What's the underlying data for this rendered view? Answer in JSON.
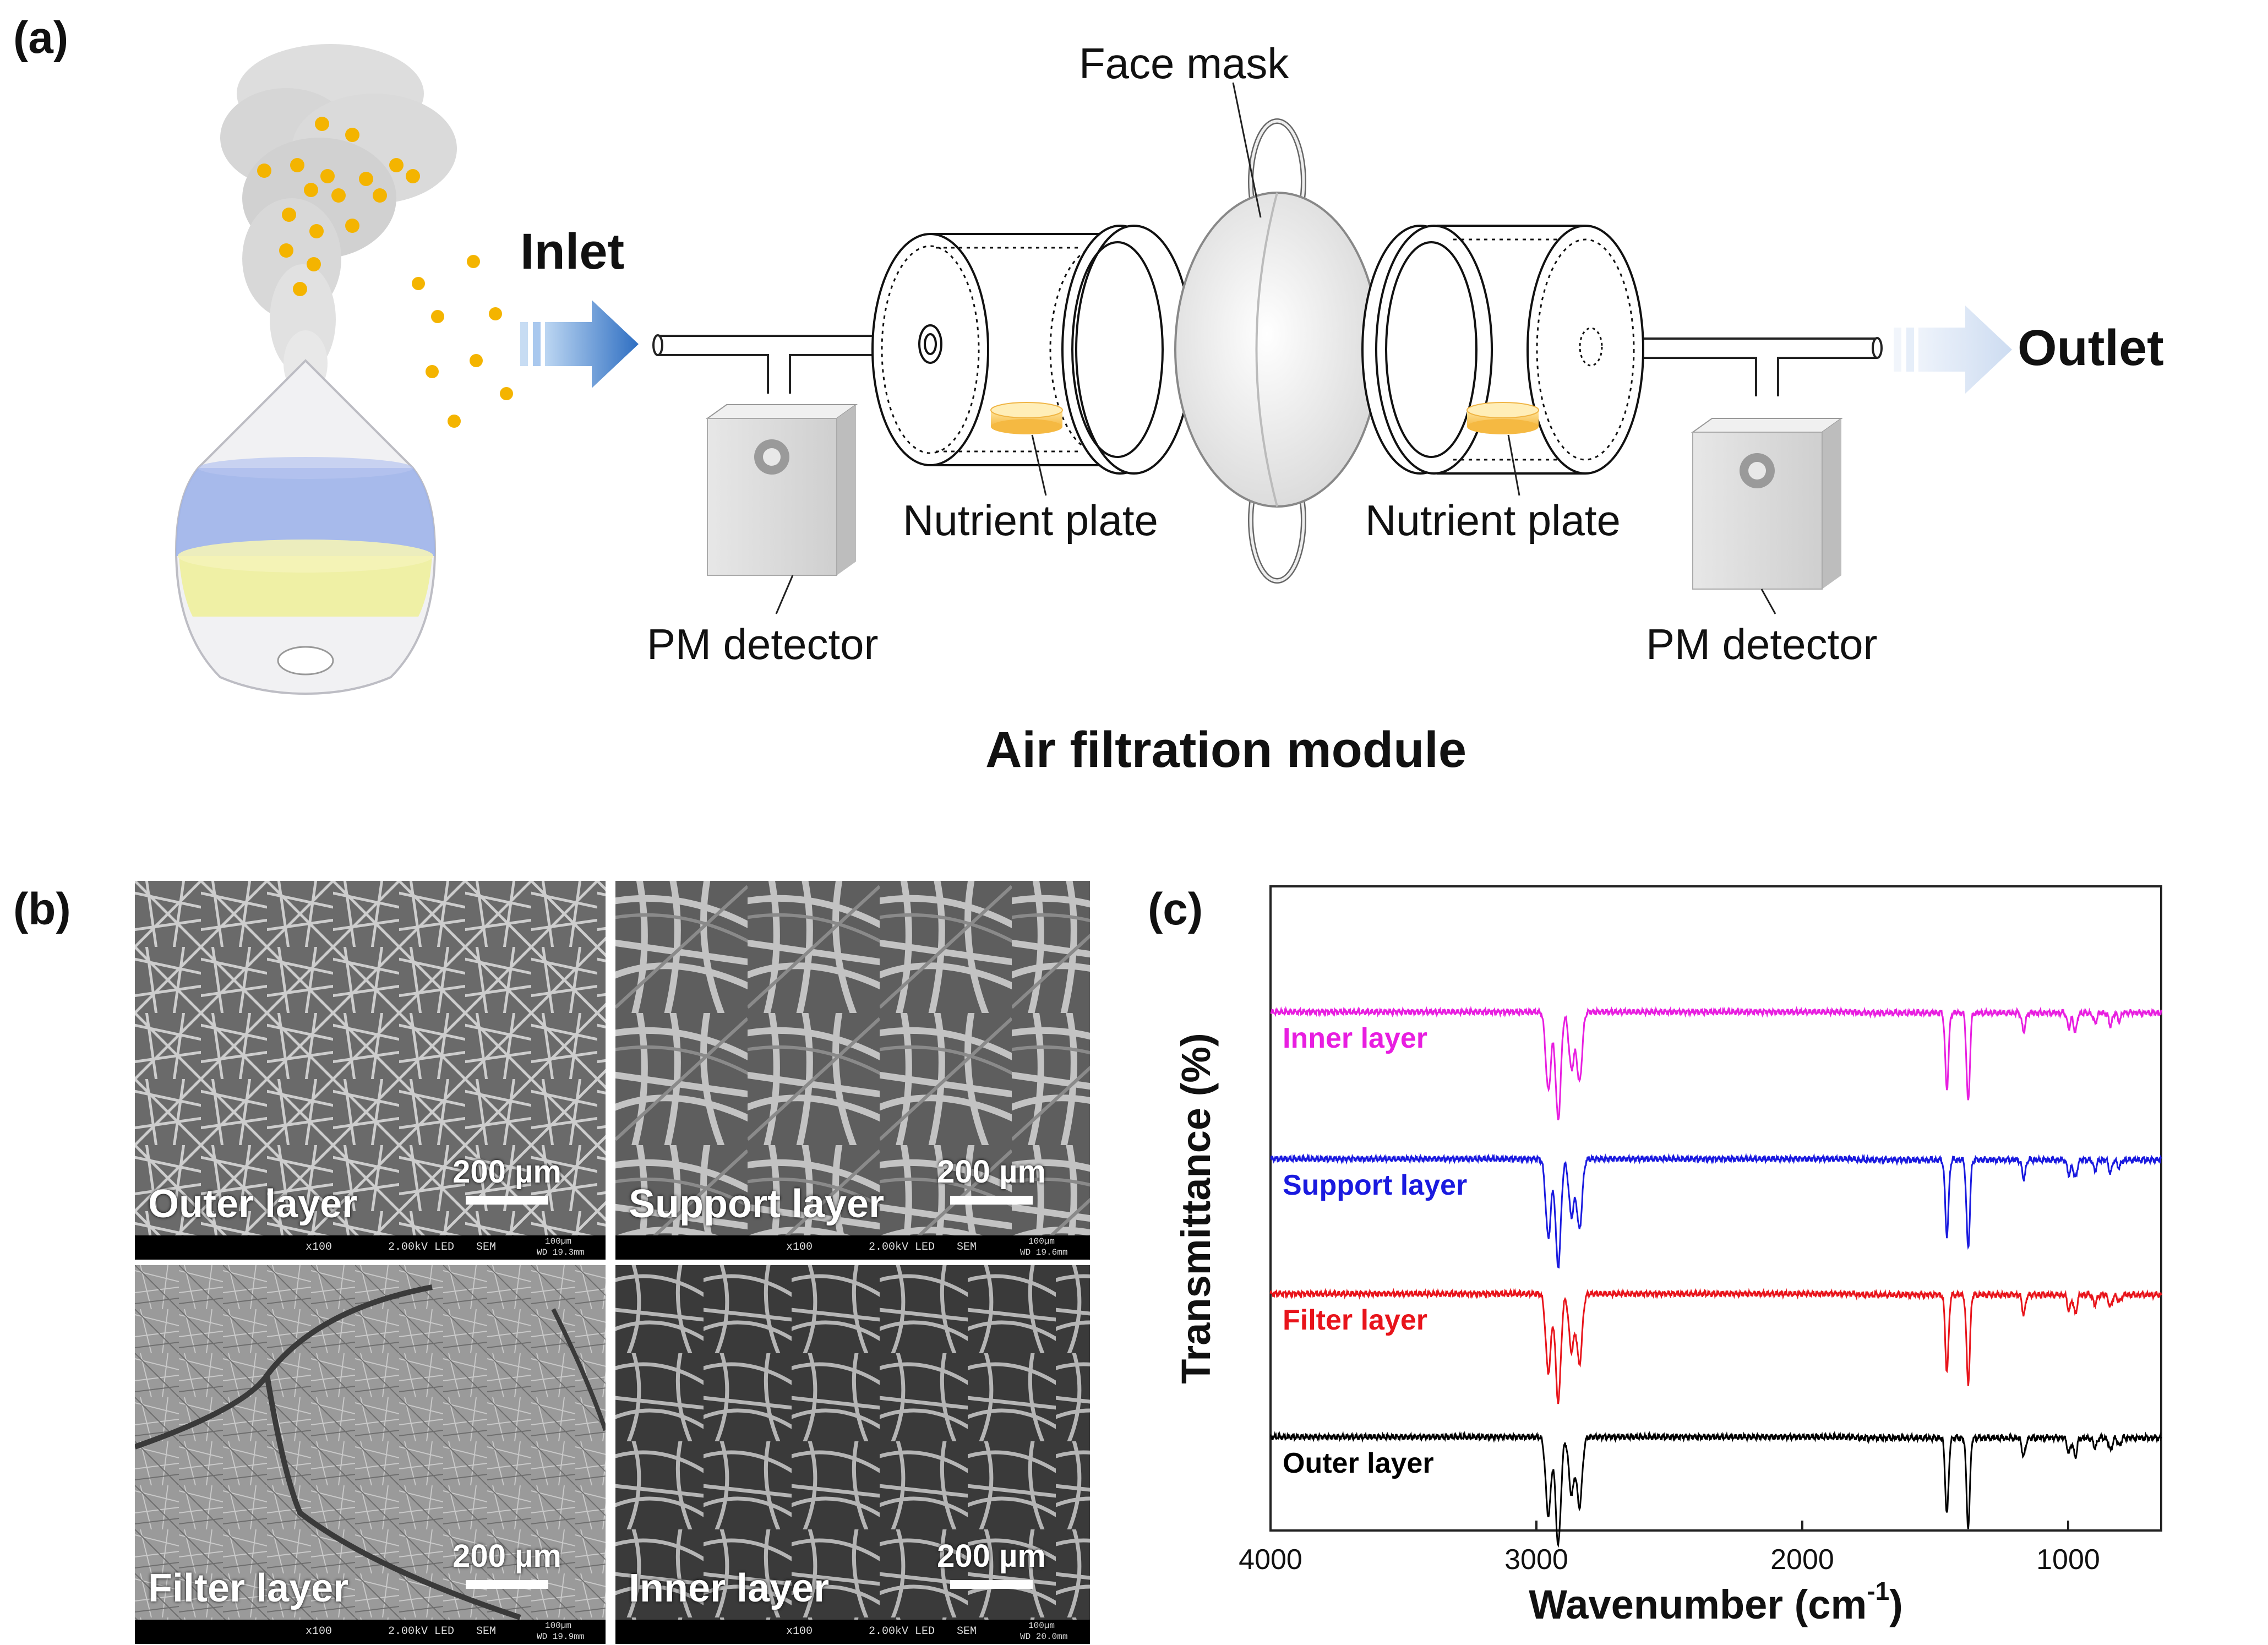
{
  "panels": {
    "a": "(a)",
    "b": "(b)",
    "c": "(c)"
  },
  "schematic": {
    "inlet": "Inlet",
    "outlet": "Outlet",
    "face_mask": "Face mask",
    "nutrient_plate_left": "Nutrient plate",
    "nutrient_plate_right": "Nutrient plate",
    "pm_detector_left": "PM detector",
    "pm_detector_right": "PM detector",
    "module_title": "Air filtration module"
  },
  "sem": {
    "images": [
      {
        "caption": "Outer layer",
        "scale": "200 µm",
        "info": [
          "x100",
          "2.00kV LED",
          "SEM",
          "100µm",
          "WD 19.3mm"
        ]
      },
      {
        "caption": "Support layer",
        "scale": "200 µm",
        "info": [
          "x100",
          "2.00kV LED",
          "SEM",
          "100µm",
          "WD 19.6mm"
        ]
      },
      {
        "caption": "Filter layer",
        "scale": "200 µm",
        "info": [
          "x100",
          "2.00kV LED",
          "SEM",
          "100µm",
          "WD 19.9mm"
        ]
      },
      {
        "caption": "Inner layer",
        "scale": "200 µm",
        "info": [
          "x100",
          "2.00kV LED",
          "SEM",
          "100µm",
          "WD 20.0mm"
        ]
      }
    ]
  },
  "chart_data": {
    "type": "line",
    "xlabel_main": "Wavenumber (cm",
    "xlabel_sup": "-1",
    "xlabel_end": ")",
    "ylabel": "Transmittance (%)",
    "xlim": [
      4000,
      650
    ],
    "x_ticks": [
      4000,
      3000,
      2000,
      1000
    ],
    "grid": false,
    "series": [
      {
        "name": "Outer layer",
        "color": "#000000",
        "offset": 3
      },
      {
        "name": "Filter layer",
        "color": "#e8141b",
        "offset": 2
      },
      {
        "name": "Support layer",
        "color": "#1a1adf",
        "offset": 1
      },
      {
        "name": "Inner layer",
        "color": "#e81ee0",
        "offset": 0
      }
    ],
    "peaks": [
      {
        "x": 2955,
        "depth": 0.62
      },
      {
        "x": 2918,
        "depth": 0.85
      },
      {
        "x": 2868,
        "depth": 0.45
      },
      {
        "x": 2838,
        "depth": 0.55
      },
      {
        "x": 1456,
        "depth": 0.6
      },
      {
        "x": 1376,
        "depth": 0.7
      },
      {
        "x": 1167,
        "depth": 0.15
      },
      {
        "x": 997,
        "depth": 0.12
      },
      {
        "x": 973,
        "depth": 0.15
      },
      {
        "x": 899,
        "depth": 0.08
      },
      {
        "x": 841,
        "depth": 0.1
      },
      {
        "x": 808,
        "depth": 0.06
      }
    ]
  }
}
